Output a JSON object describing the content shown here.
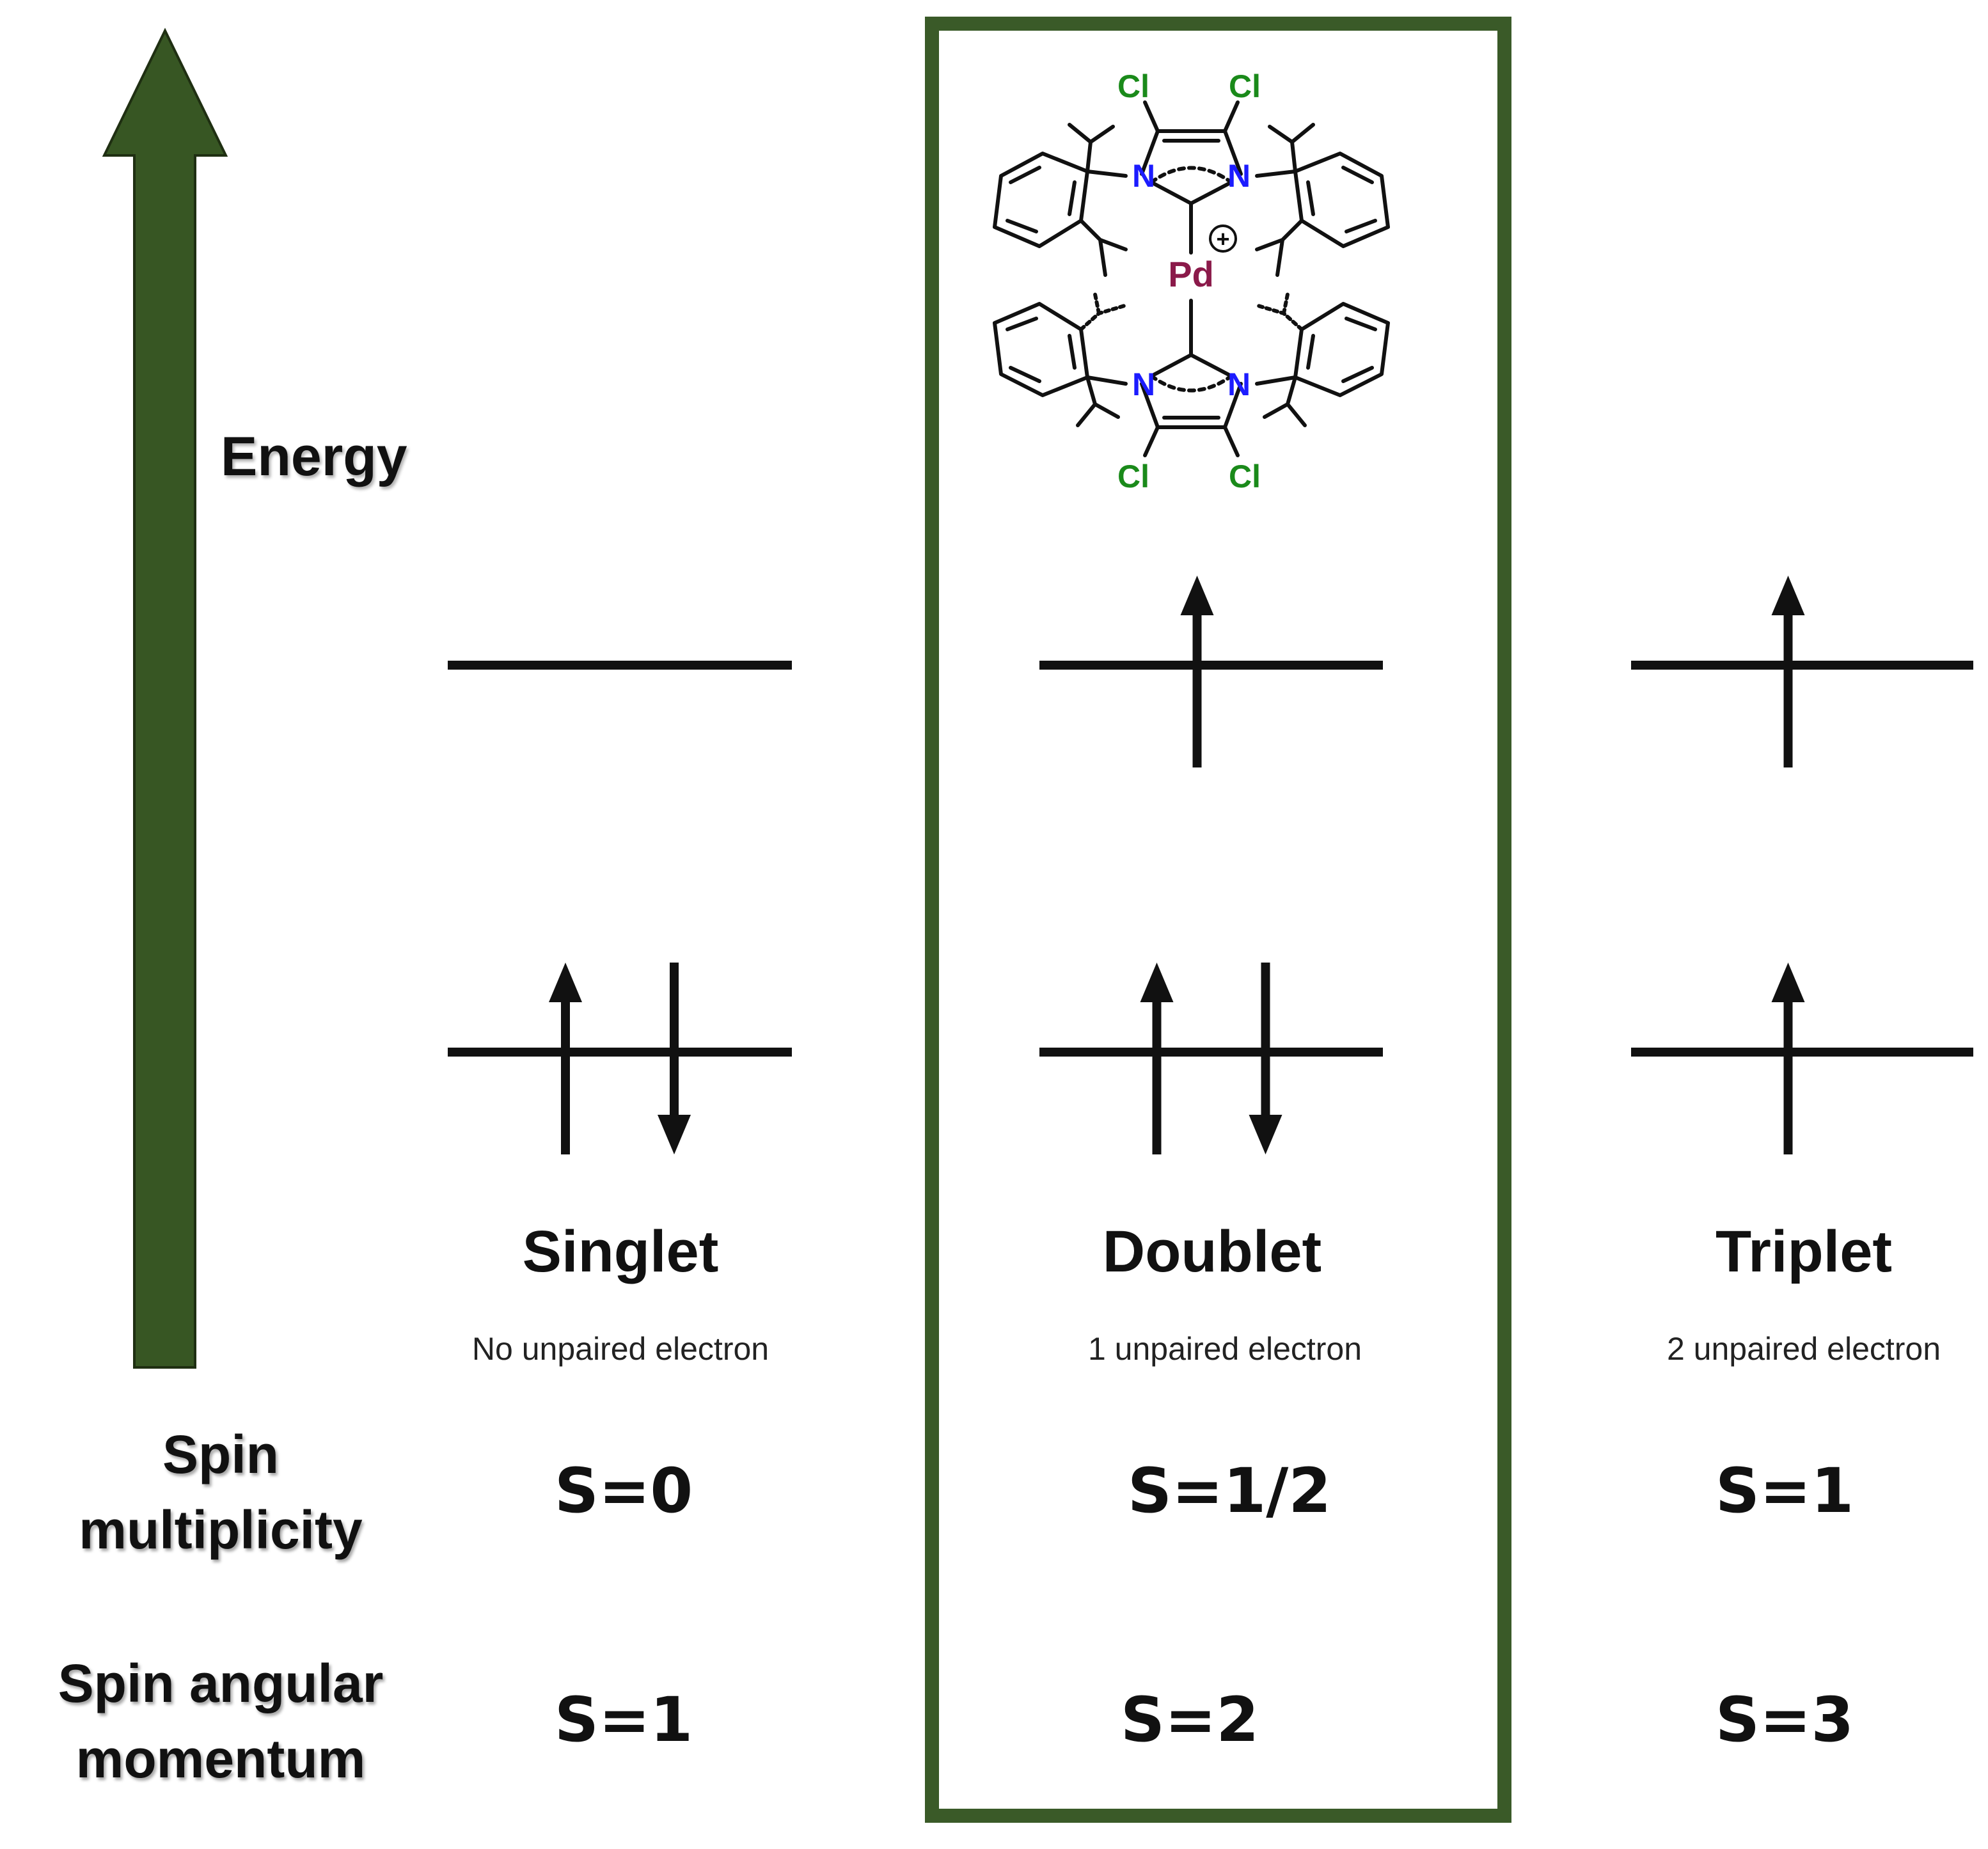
{
  "axis": {
    "label": "Energy",
    "arrow_color": "#375623"
  },
  "highlight": {
    "border_color": "#3a5a28",
    "highlighted_state": "Doublet"
  },
  "row_labels": {
    "spin_multiplicity": [
      "Spin",
      "multiplicity"
    ],
    "spin_angular_momentum": [
      "Spin angular",
      "momentum"
    ]
  },
  "states": [
    {
      "name": "Singlet",
      "description": "No unpaired electron",
      "spin_multiplicity": "S=0",
      "spin_angular_momentum": "S=1",
      "upper_level": [],
      "lower_level": [
        "up",
        "down"
      ]
    },
    {
      "name": "Doublet",
      "description": "1 unpaired electron",
      "spin_multiplicity": "S=1/2",
      "spin_angular_momentum": "S=2",
      "upper_level": [
        "up"
      ],
      "lower_level": [
        "up",
        "down"
      ]
    },
    {
      "name": "Triplet",
      "description": "2 unpaired electron",
      "spin_multiplicity": "S=1",
      "spin_angular_momentum": "S=3",
      "upper_level": [
        "up"
      ],
      "lower_level": [
        "up"
      ]
    }
  ],
  "molecule": {
    "metal": "Pd",
    "charge": "+",
    "nitrogen": "N",
    "chlorine": "Cl",
    "colors": {
      "metal": "#8b1a4a",
      "nitrogen": "#1c1cff",
      "chlorine": "#1a8a1a"
    }
  }
}
